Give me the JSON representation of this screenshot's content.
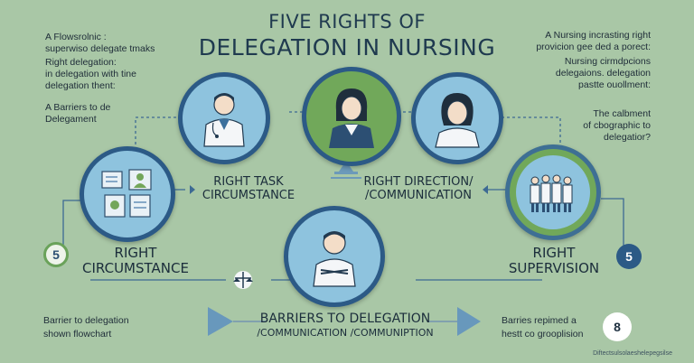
{
  "title": {
    "line1": "FIVE RIGHTS OF",
    "line2": "DELEGATION IN NURSING"
  },
  "notes": {
    "top_left_1": "A Flowsrolnic :",
    "top_left_2": "superwiso delegate tmaks",
    "top_left_3": "Right delegation:",
    "top_left_4": "in delegation with tine",
    "top_left_5": "delegation thent:",
    "mid_left_1": "A Barriers to de",
    "mid_left_2": "Delegament",
    "top_right_1": "A Nursing incrasting right",
    "top_right_2": "provicion gee ded a porect:",
    "top_right_3": "Nursing cirmdpcions",
    "top_right_4": "delegaions. delegation",
    "top_right_5": "pastte ouollment:",
    "mid_right_1": "The calbment",
    "mid_right_2": "of cbographic to",
    "mid_right_3": "delegatior?",
    "bottom_left_1": "Barrier to delegation",
    "bottom_left_2": "shown flowchart",
    "bottom_right_1": "Barries repimed a",
    "bottom_right_2": "hestt co grooplision"
  },
  "labels": {
    "right_task": [
      "RIGHT TASK",
      "CIRCUMSTANCE"
    ],
    "right_direction": [
      "RIGHT DIRECTION/",
      "/COMMUNICATION"
    ],
    "right_circumstance": [
      "RIGHT",
      "CIRCUMSTANCE"
    ],
    "right_supervision": [
      "RIGHT",
      "SUPERVISION"
    ],
    "barriers": [
      "BARRIERS TO DELEGATION",
      "/COMMUNICATION /COMMUNIPTION"
    ]
  },
  "badges": {
    "left": "5",
    "right": "5",
    "bottom_right": "8"
  },
  "footer": "Diftectsulsolaeshelepegsilse",
  "icons": [
    "clipboard-icon",
    "doctor-icon",
    "nurse-icon",
    "woman-icon",
    "team-icon",
    "man-icon",
    "scale-icon"
  ],
  "colors": {
    "background": "#a9c7a6",
    "circle_border": "#2c5a86",
    "circle_blue": "#8ec3de",
    "circle_green": "#71a85a",
    "badge_green": "#6aa25a",
    "badge_navy": "#2c5a86",
    "text_dark": "#1f3a4f"
  }
}
